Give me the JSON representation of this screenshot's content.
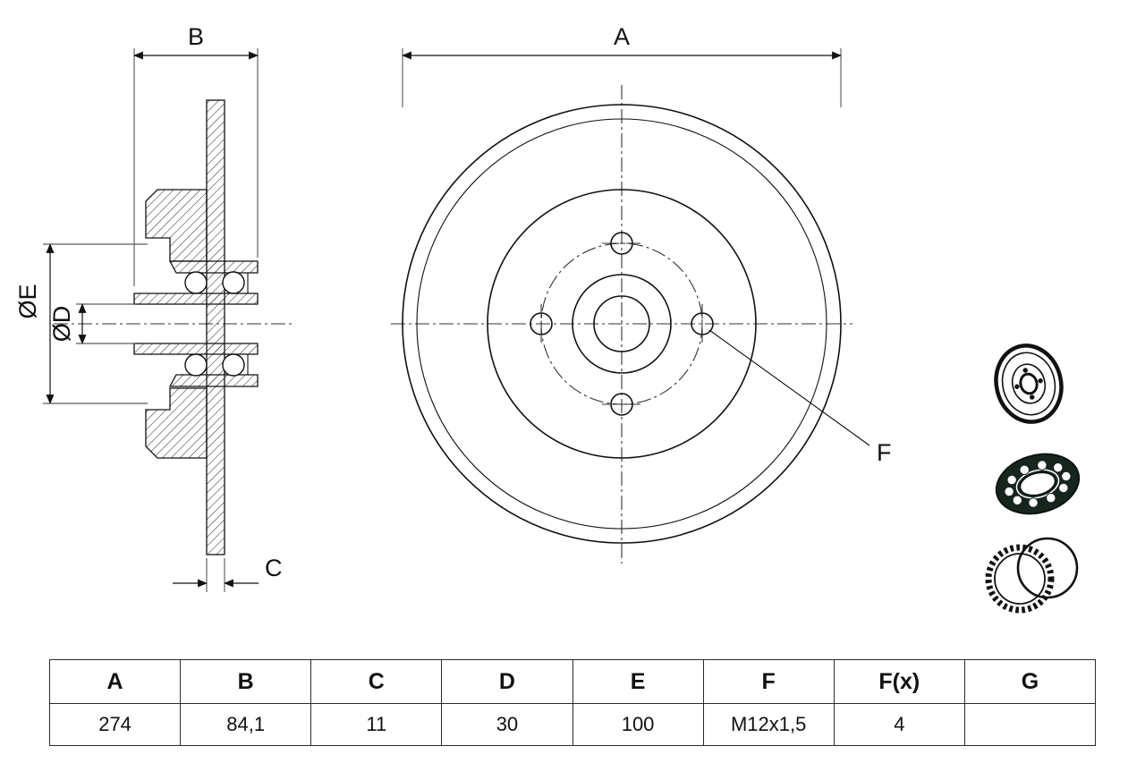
{
  "drawing": {
    "labels": {
      "A": "A",
      "B": "B",
      "C": "C",
      "D": "ØD",
      "E": "ØE",
      "F": "F"
    }
  },
  "side_icons": [
    {
      "name": "brake-disc"
    },
    {
      "name": "wheel-bearing"
    },
    {
      "name": "abs-sensor-ring"
    }
  ],
  "table": {
    "headers": [
      "A",
      "B",
      "C",
      "D",
      "E",
      "F",
      "F(x)",
      "G"
    ],
    "values": [
      "274",
      "84,1",
      "11",
      "30",
      "100",
      "M12x1,5",
      "4",
      ""
    ]
  },
  "colors": {
    "line": "#111111",
    "background": "#ffffff",
    "table_border": "#2b2b2b",
    "bearing_fill": "#16251d"
  }
}
